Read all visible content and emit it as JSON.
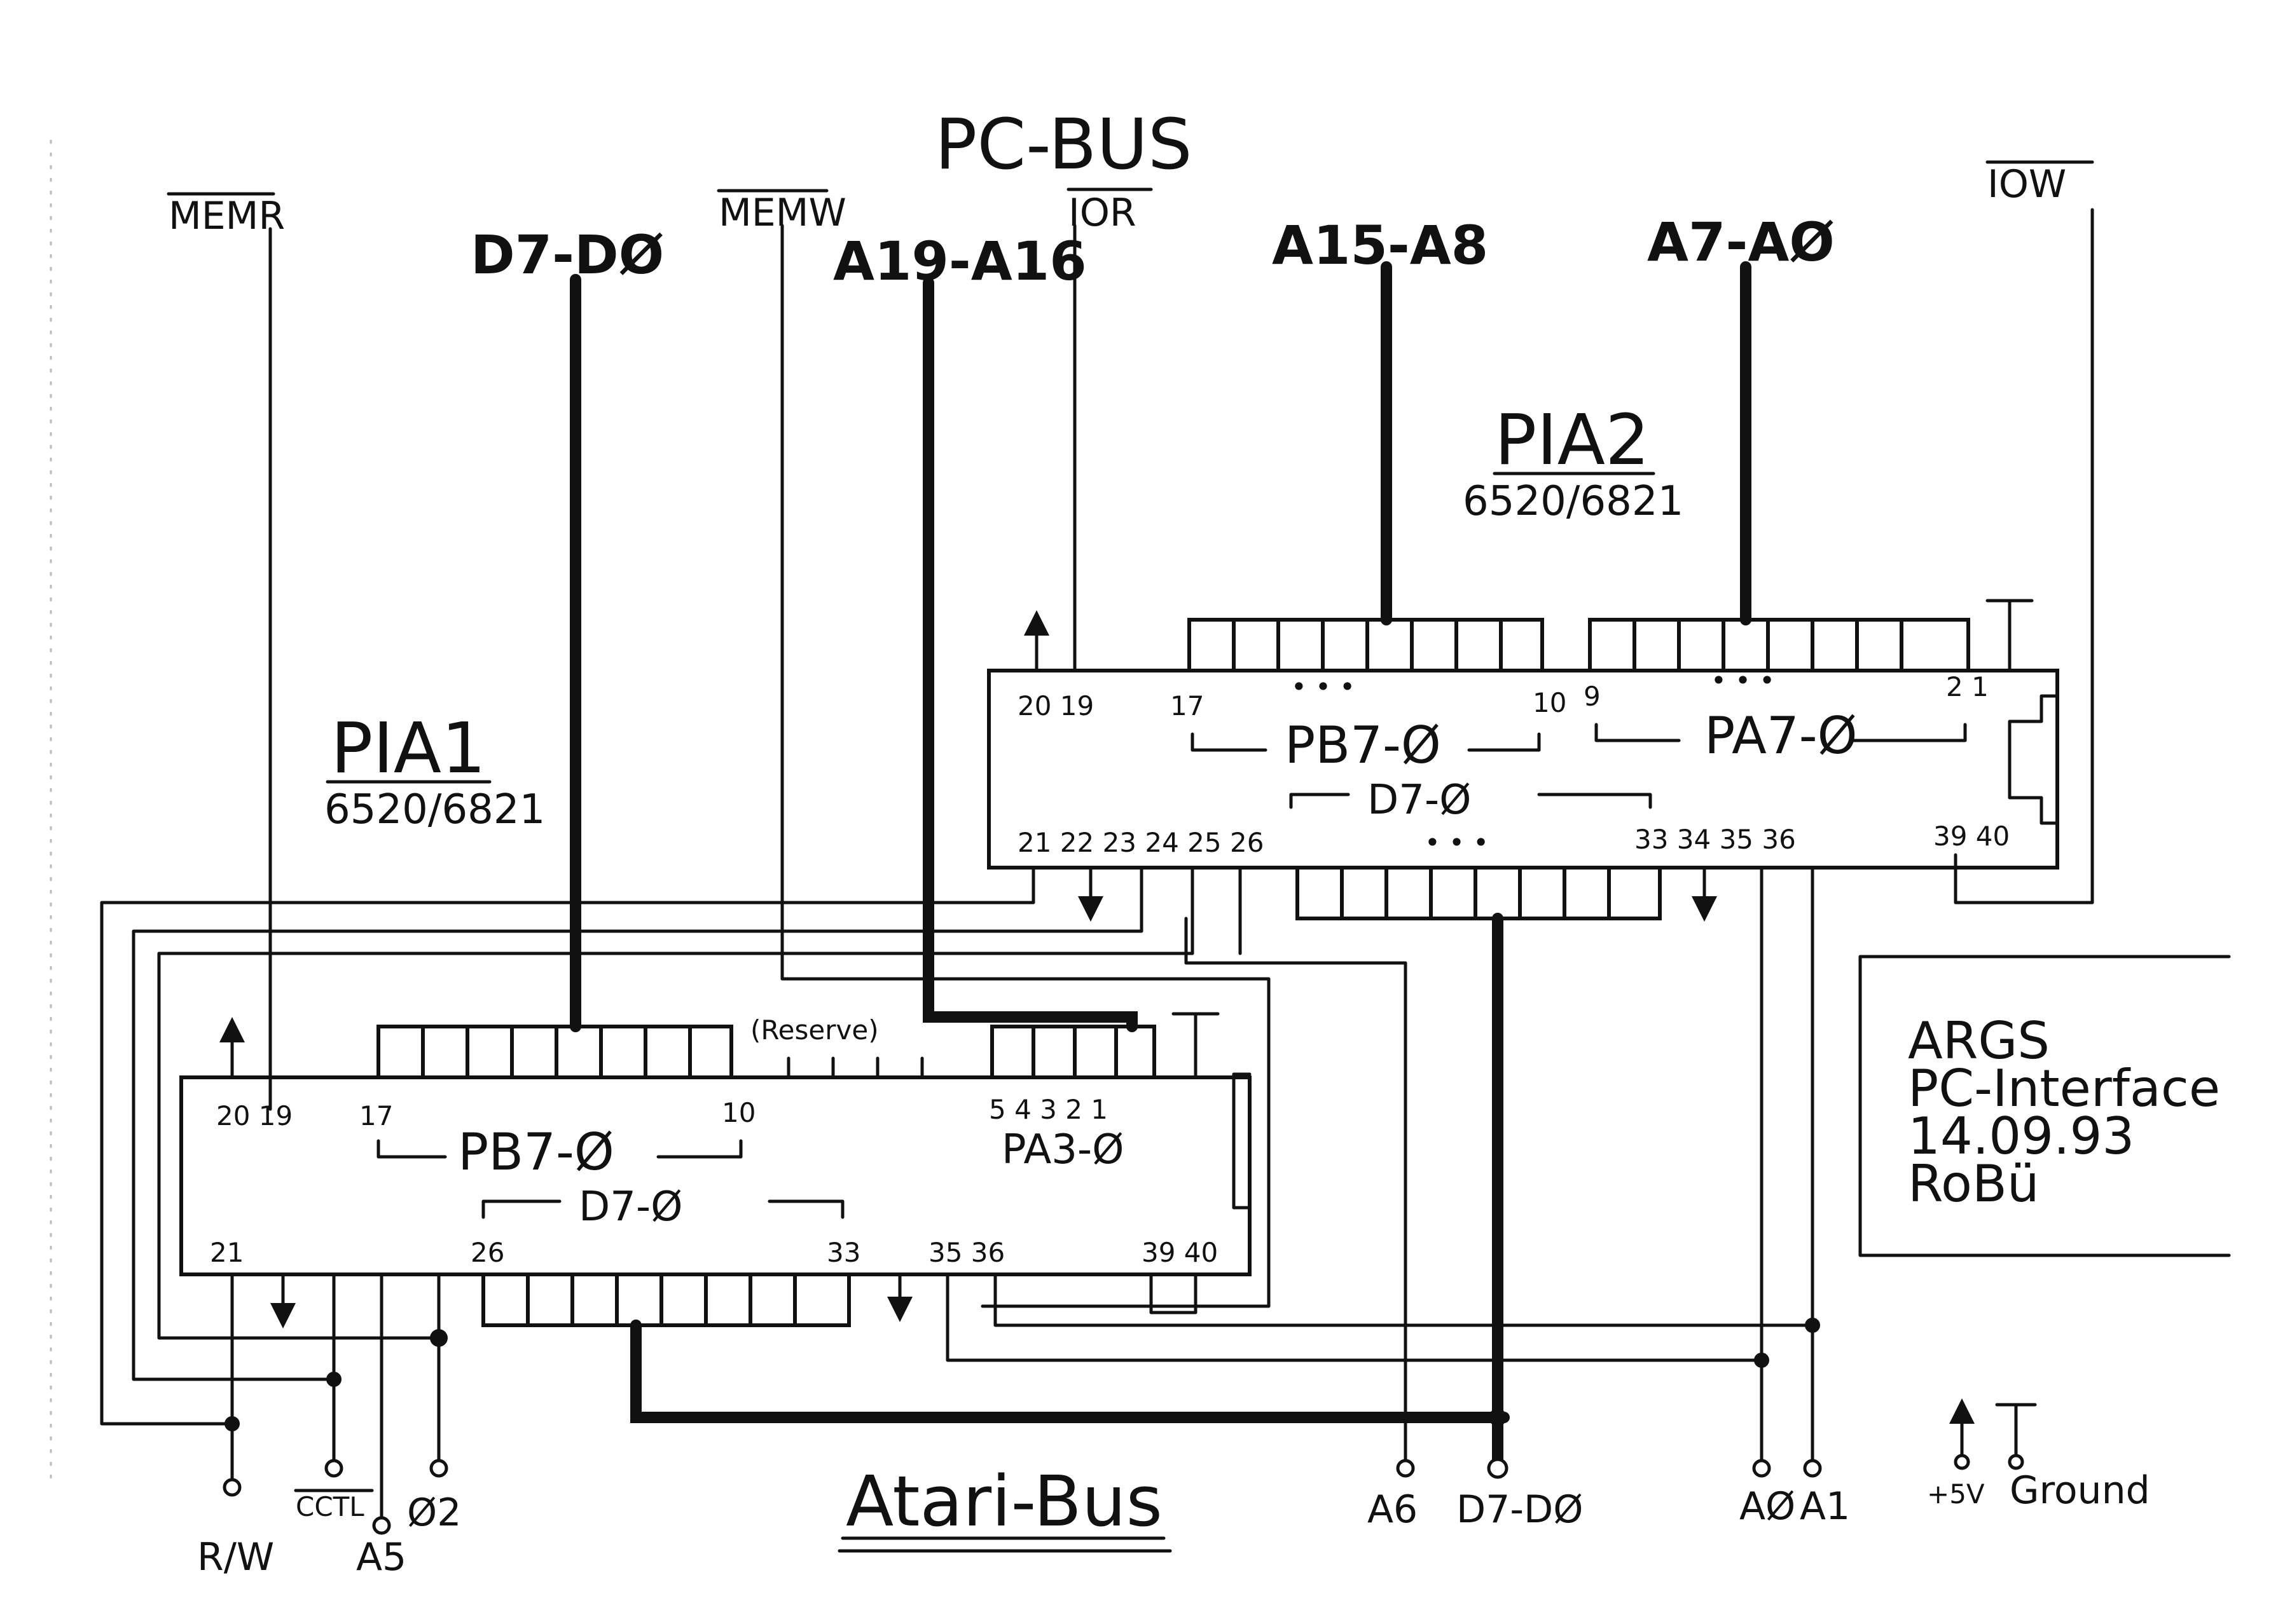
{
  "pc_bus": {
    "title": "PC-BUS",
    "signals": {
      "memr": "MEMR",
      "d7_d0": "D7-DØ",
      "memw": "MEMW",
      "a19_a16": "A19-A16",
      "ior": "IOR",
      "a15_a8": "A15-A8",
      "a7_a0": "A7-AØ",
      "iow": "IOW"
    }
  },
  "pia1": {
    "name": "PIA1",
    "type": "6520/6821",
    "pins": {
      "p20_19": "20 19",
      "p17": "17",
      "p10": "10",
      "p5_1": "5 4 3 2 1",
      "p21": "21",
      "p26": "26",
      "p33": "33",
      "p35_36": "35 36",
      "p39_40": "39 40"
    },
    "groups": {
      "pb": "PB7-Ø",
      "pa": "PA3-Ø",
      "d": "D7-Ø",
      "reserve": "(Reserve)"
    }
  },
  "pia2": {
    "name": "PIA2",
    "type": "6520/6821",
    "pins": {
      "p20_19": "20 19",
      "p17": "17",
      "p10": "10",
      "p9": "9",
      "p2_1": "2 1",
      "row_bottom": "21 22 23 24 25 26",
      "p33_36": "33 34 35 36",
      "p39_40": "39 40"
    },
    "groups": {
      "pb": "PB7-Ø",
      "pa": "PA7-Ø",
      "d": "D7-Ø",
      "dots": "• • •"
    }
  },
  "atari_bus": {
    "title": "Atari-Bus",
    "signals": {
      "rw": "R/W",
      "cctl": "CCTL",
      "a5": "A5",
      "phi2": "Ø2",
      "a6": "A6",
      "d7_d0": "D7-DØ",
      "a0": "AØ",
      "a1": "A1"
    }
  },
  "legend": {
    "plus5v": "+5V",
    "ground": "Ground"
  },
  "title_block": {
    "line1": "ARGS",
    "line2": "PC-Interface",
    "line3": "14.09.93",
    "line4": "RoBü"
  }
}
